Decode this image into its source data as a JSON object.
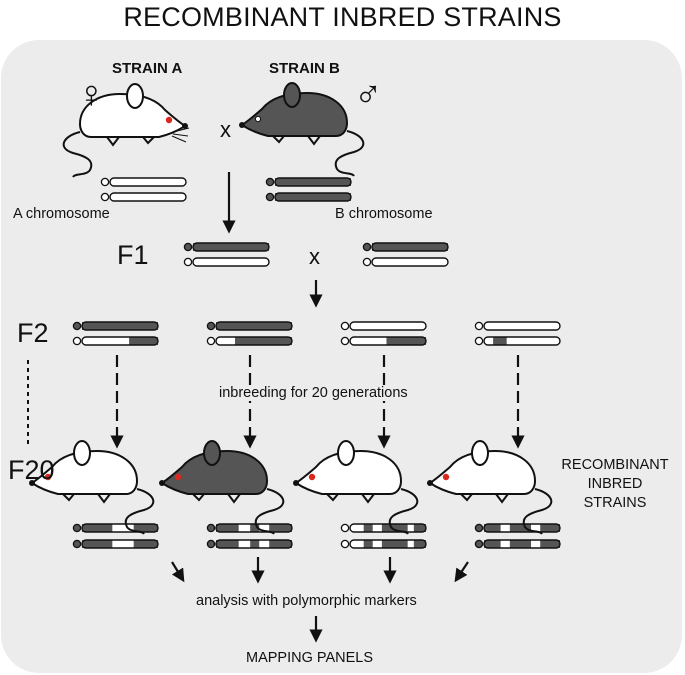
{
  "title": "RECOMBINANT INBRED STRAINS",
  "strain_a": {
    "label": "STRAIN A",
    "sex_symbol": "♀",
    "color": "#ffffff"
  },
  "strain_b": {
    "label": "STRAIN B",
    "sex_symbol": "♂",
    "color": "#555555"
  },
  "cross_symbol": "x",
  "chromosome_labels": {
    "a": "A chromosome",
    "b": "B chromosome"
  },
  "generations": {
    "f1": "F1",
    "f2": "F2",
    "f20": "F20"
  },
  "inbreeding_text": "inbreeding for 20 generations",
  "recombinant_label": [
    "RECOMBINANT",
    "INBRED",
    "STRAINS"
  ],
  "analysis_text": "analysis with polymorphic markers",
  "result_text": "MAPPING PANELS",
  "colors": {
    "dark_chromosome": "#555555",
    "light_chromosome": "#ffffff",
    "outline": "#111111",
    "panel": "#ececec",
    "eye": "#d9281e"
  },
  "recombinant_mice": [
    "white",
    "dark",
    "white",
    "white"
  ]
}
